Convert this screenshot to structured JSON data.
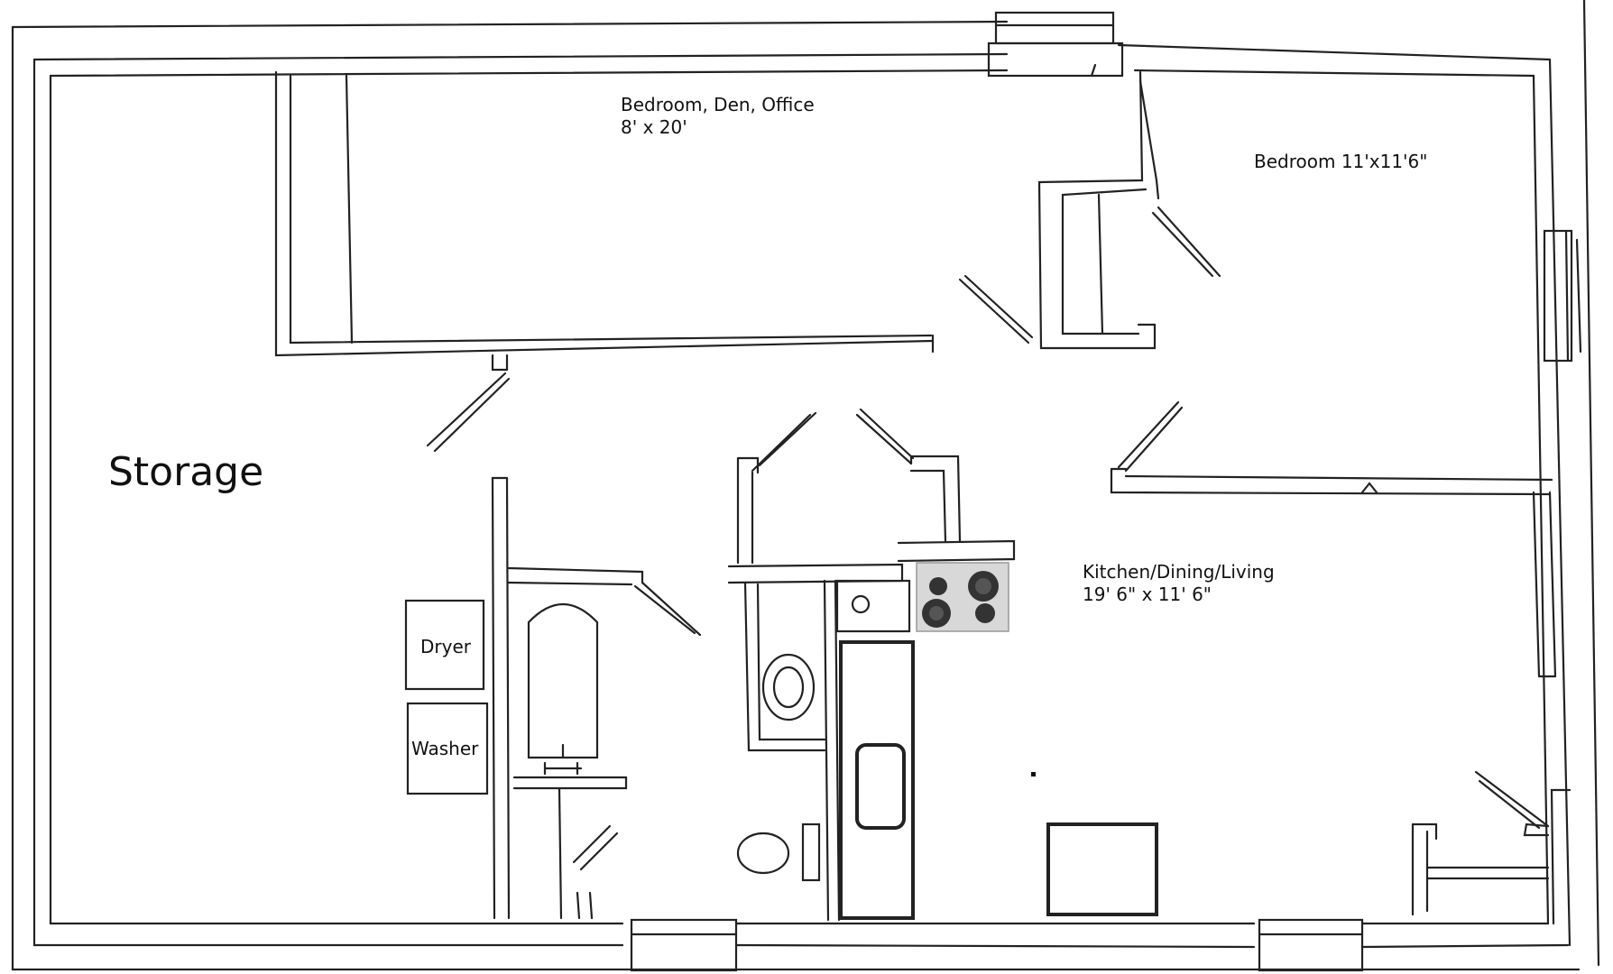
{
  "rooms": {
    "den": {
      "name": "Bedroom, Den, Office",
      "size": "8' x 20'"
    },
    "bedroom": {
      "name": "Bedroom 11'x11'6\""
    },
    "storage": {
      "name": "Storage"
    },
    "kitchen": {
      "name": "Kitchen/Dining/Living",
      "size": "19' 6\" x 11' 6\""
    }
  },
  "appliances": {
    "dryer": "Dryer",
    "washer": "Washer"
  },
  "colors": {
    "wall": "#222222",
    "stove": "#d8d8d8",
    "burner": "#333333"
  }
}
